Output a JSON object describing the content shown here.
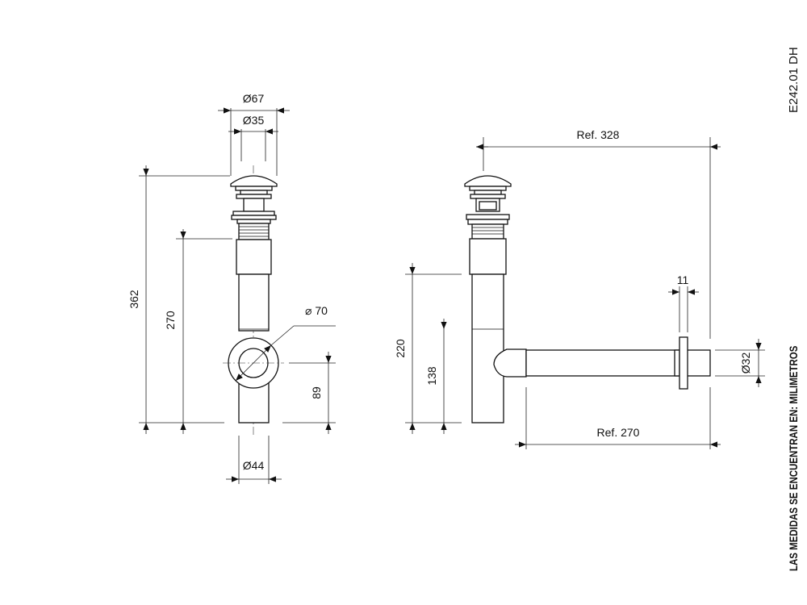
{
  "drawing_code": "E242.01 DH",
  "units_note": "LAS MEDIDAS SE ENCUENTRAN EN: MILIMETROS",
  "front_view": {
    "dia_top_outer": "Ø67",
    "dia_top_inner": "Ø35",
    "height_total": "362",
    "height_to_nut": "270",
    "bottle_diameter": "⌀ 70",
    "height_outlet": "89",
    "dia_tube": "Ø44"
  },
  "side_view": {
    "ref_total_length": "Ref. 328",
    "flange_thickness": "11",
    "height_tube": "220",
    "height_outlet_axis": "138",
    "dia_outlet": "Ø32",
    "ref_outlet_length": "Ref. 270"
  }
}
